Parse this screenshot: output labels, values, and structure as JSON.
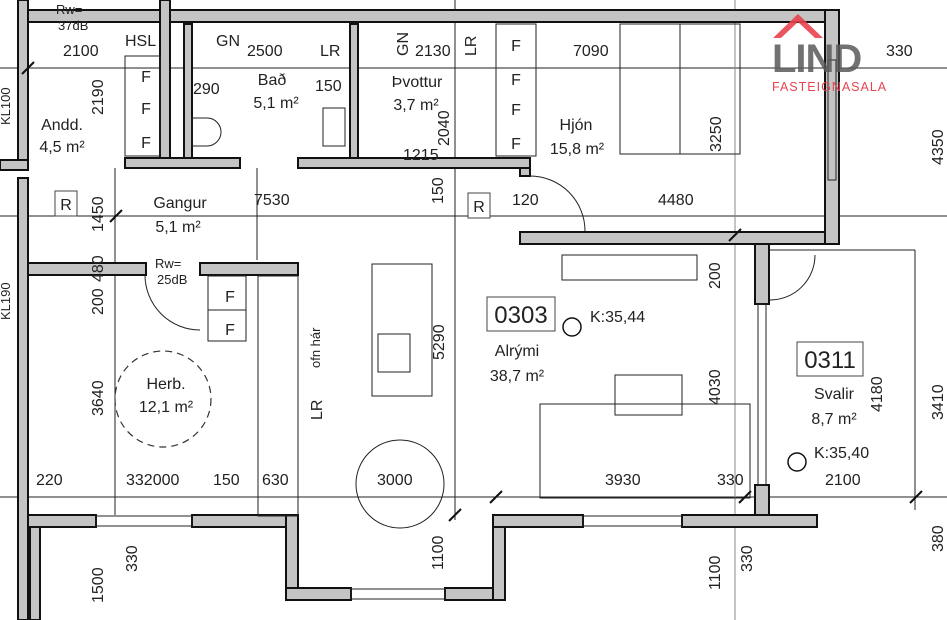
{
  "logo": {
    "name": "LIND",
    "subtitle": "FASTEIGNASALA",
    "colors": {
      "roof": "#e8434f",
      "text": "#5a5a5a",
      "subtitle": "#e8434f"
    }
  },
  "rooms": {
    "andd": {
      "name": "Andd.",
      "area": "4,5 m²"
    },
    "bad": {
      "name": "Bað",
      "area": "5,1 m²"
    },
    "thvottur": {
      "name": "Þvottur",
      "area": "3,7 m²"
    },
    "hjon": {
      "name": "Hjón",
      "area": "15,8 m²"
    },
    "gangur": {
      "name": "Gangur",
      "area": "5,1 m²"
    },
    "herb": {
      "name": "Herb.",
      "area": "12,1 m²"
    },
    "alrymi": {
      "id": "0303",
      "name": "Alrými",
      "area": "38,7 m²",
      "level": "K:35,44"
    },
    "svalir": {
      "id": "0311",
      "name": "Svalir",
      "area": "8,7 m²",
      "level": "K:35,40"
    }
  },
  "labels": {
    "hsl": "HSL",
    "gn1": "GN",
    "lr1": "LR",
    "gn2": "GN",
    "lr2": "LR",
    "lr3": "LR",
    "f": "F",
    "r": "R",
    "ofn": "ofn hár",
    "rw1a": "Rw=",
    "rw1b": "37dB",
    "rw2a": "Rw=",
    "rw2b": "25dB",
    "kl1": "KL100",
    "kl2": "KL190"
  },
  "dimensions": {
    "d2100a": "2100",
    "d2500": "2500",
    "d2130": "2130",
    "d7090": "7090",
    "d330a": "330",
    "d2190": "2190",
    "d290": "290",
    "d150a": "150",
    "d2040": "2040",
    "d1215": "1215",
    "d3250": "3250",
    "d4350": "4350",
    "d1450": "1450",
    "d7530": "7530",
    "d150b": "150",
    "d120": "120",
    "d4480": "4480",
    "d480": "480",
    "d200a": "200",
    "d200b": "200",
    "d5290": "5290",
    "d3640": "3640",
    "d4030": "4030",
    "d4180": "4180",
    "d3410": "3410",
    "d220": "220",
    "d332000": "332000",
    "d150c": "150",
    "d630": "630",
    "d3000": "3000",
    "d3930": "3930",
    "d330b": "330",
    "d2100b": "2100",
    "d330c": "330",
    "d1500": "1500",
    "d1100a": "1100",
    "d1100b": "1100",
    "d330d": "330",
    "d380": "380"
  }
}
